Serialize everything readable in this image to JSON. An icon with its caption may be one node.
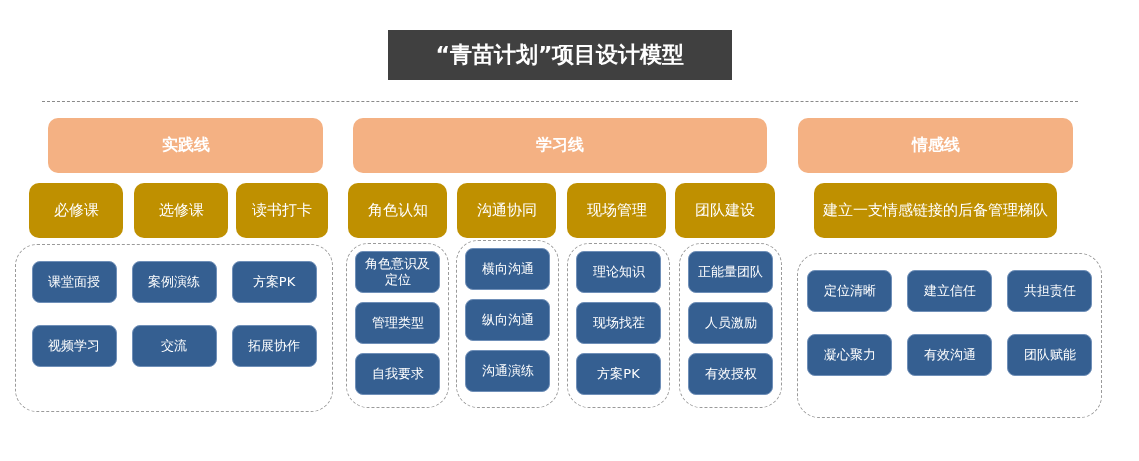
{
  "diagram": {
    "title": "“青苗计划”项目设计模型",
    "nodes": [
      {
        "text": [
          "实践线"
        ]
      },
      {
        "text": [
          "必修课"
        ]
      },
      {
        "text": [
          "选修课"
        ]
      },
      {
        "text": [
          "读书打卡"
        ]
      },
      {
        "text": [],
        "shape": "box"
      },
      {
        "text": [
          "课堂面授"
        ],
        "in": 4
      },
      {
        "text": [
          "案例演练"
        ],
        "in": 4
      },
      {
        "text": [
          "方案PK"
        ],
        "in": 4
      },
      {
        "text": [
          "视频学习"
        ],
        "in": 4
      },
      {
        "text": [
          "交流"
        ],
        "in": 4
      },
      {
        "text": [
          "拓展协作"
        ],
        "in": 4
      },
      {
        "text": [
          "学习线"
        ]
      },
      {
        "text": [
          "角色认知"
        ]
      },
      {
        "text": [],
        "shape": "box"
      },
      {
        "text": [
          "角色意识及定位"
        ],
        "in": 13
      },
      {
        "text": [
          "管理类型"
        ],
        "in": 13
      },
      {
        "text": [
          "自我要求"
        ],
        "in": 13
      },
      {
        "text": [
          "沟通协同"
        ]
      },
      {
        "text": [],
        "shape": "box"
      },
      {
        "text": [
          "横向沟通"
        ],
        "in": 18
      },
      {
        "text": [
          "纵向沟通"
        ],
        "in": 18
      },
      {
        "text": [
          "沟通演练"
        ],
        "in": 18
      },
      {
        "text": [
          "现场管理"
        ]
      },
      {
        "text": [],
        "shape": "box"
      },
      {
        "text": [
          "理论知识"
        ],
        "in": 23
      },
      {
        "text": [
          "现场找茬"
        ],
        "in": 23
      },
      {
        "text": [
          "方案PK"
        ],
        "in": 23
      },
      {
        "text": [
          "团队建设"
        ]
      },
      {
        "text": [],
        "shape": "box"
      },
      {
        "text": [
          "正能量团队"
        ],
        "in": 28
      },
      {
        "text": [
          "人员激励"
        ],
        "in": 28
      },
      {
        "text": [
          "有效授权"
        ],
        "in": 28
      },
      {
        "text": [
          "情感线"
        ]
      },
      {
        "text": [
          "建立一支情感链接的后备管理梯队"
        ]
      },
      {
        "text": [],
        "shape": "box"
      },
      {
        "text": [
          "定位清晰"
        ],
        "in": 34
      },
      {
        "text": [
          "建立信任"
        ],
        "in": 34
      },
      {
        "text": [
          "共担责任"
        ],
        "in": 34
      },
      {
        "text": [
          "凝心聚力"
        ],
        "in": 34
      },
      {
        "text": [
          "有效沟通"
        ],
        "in": 34
      },
      {
        "text": [
          "团队赋能"
        ],
        "in": 34
      }
    ],
    "edges": []
  }
}
